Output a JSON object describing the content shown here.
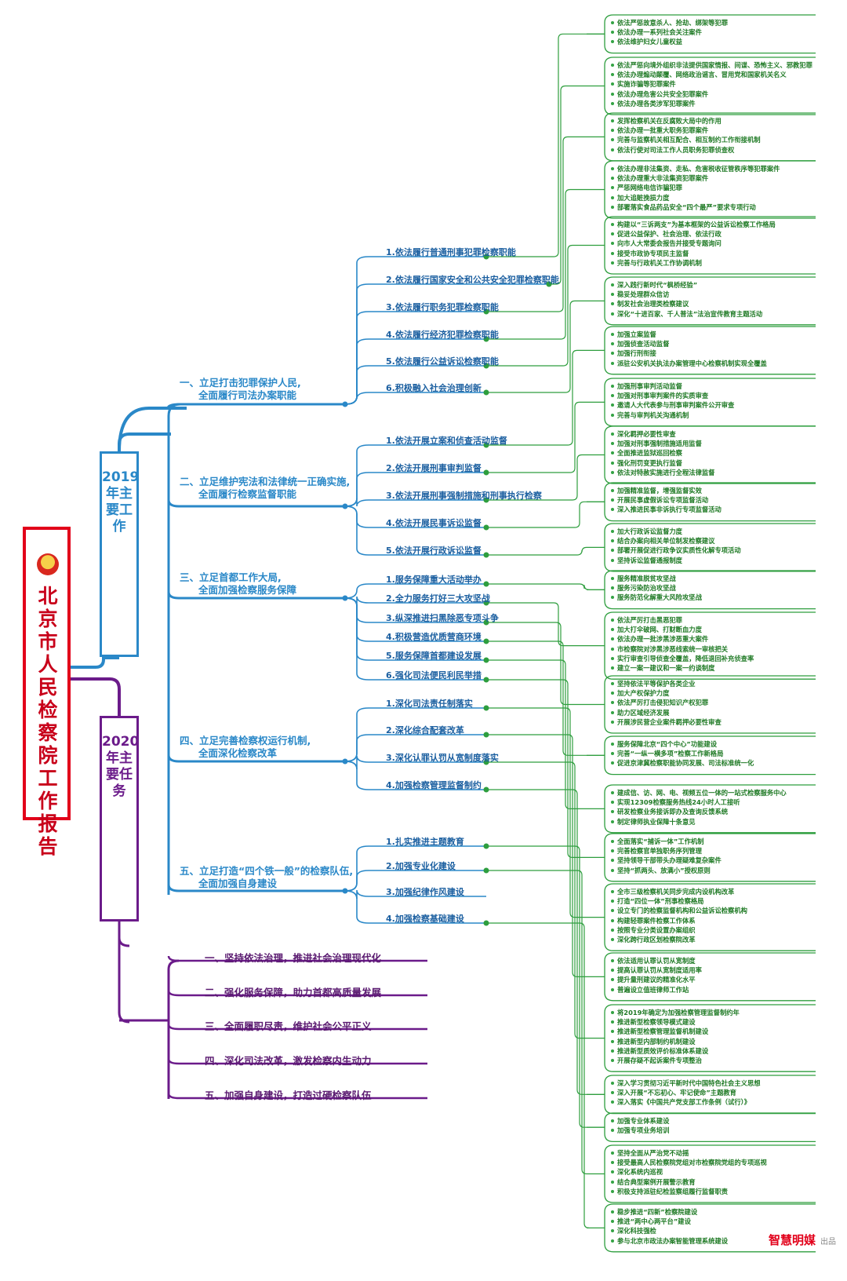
{
  "root": {
    "title": "北京市人民检察院工作报告"
  },
  "year_2019": {
    "label": "2019年主要工作",
    "sections": [
      {
        "line1": "一、立足打击犯罪保护人民,",
        "line2": "全面履行司法办案职能",
        "items": [
          "1.依法履行普通刑事犯罪检察职能",
          "2.依法履行国家安全和公共安全犯罪检察职能",
          "3.依法履行职务犯罪检察职能",
          "4.依法履行经济犯罪检察职能",
          "5.依法履行公益诉讼检察职能",
          "6.积极融入社会治理创新"
        ]
      },
      {
        "line1": "二、立足维护宪法和法律统一正确实施,",
        "line2": "全面履行检察监督职能",
        "items": [
          "1.依法开展立案和侦查活动监督",
          "2.依法开展刑事审判监督",
          "3.依法开展刑事强制措施和刑事执行检察",
          "4.依法开展民事诉讼监督",
          "5.依法开展行政诉讼监督"
        ]
      },
      {
        "line1": "三、立足首都工作大局,",
        "line2": "全面加强检察服务保障",
        "items": [
          "1.服务保障重大活动举办",
          "2.全力服务打好三大攻坚战",
          "3.纵深推进扫黑除恶专项斗争",
          "4.积极营造优质营商环境",
          "5.服务保障首都建设发展",
          "6.强化司法便民利民举措"
        ]
      },
      {
        "line1": "四、立足完善检察权运行机制,",
        "line2": "全面深化检察改革",
        "items": [
          "1.深化司法责任制落实",
          "2.深化综合配套改革",
          "3.深化认罪认罚从宽制度落实",
          "4.加强检察管理监督制约"
        ]
      },
      {
        "line1": "五、立足打造“四个铁一般”的检察队伍,",
        "line2": "全面加强自身建设",
        "items": [
          "1.扎实推进主题教育",
          "2.加强专业化建设",
          "3.加强纪律作风建设",
          "4.加强检察基础建设"
        ]
      }
    ]
  },
  "year_2020": {
    "label": "2020年主要任务",
    "tasks": [
      "一、坚持依法治理，推进社会治理现代化",
      "二、强化服务保障，助力首都高质量发展",
      "三、全面履职尽责，维护社会公平正义",
      "四、深化司法改革，激发检察内生动力",
      "五、加强自身建设，打造过硬检察队伍"
    ]
  },
  "details": [
    [
      "依法严惩故意杀人、抢劫、绑架等犯罪",
      "依法办理一系列社会关注案件",
      "依法维护妇女儿童权益"
    ],
    [
      "依法严惩向境外组织非法提供国家情报、间谍、恐怖主义、邪教犯罪",
      "依法办理煽动颠覆、网络政治谣言、冒用党和国家机关名义",
      "实施诈骗等犯罪案件",
      "依法办理危害公共安全犯罪案件",
      "依法办理各类涉军犯罪案件"
    ],
    [
      "发挥检察机关在反腐败大局中的作用",
      "依法办理一批重大职务犯罪案件",
      "完善与监察机关相互配合、相互制约工作衔接机制",
      "依法行使对司法工作人员职务犯罪侦查权"
    ],
    [
      "依法办理非法集资、走私、危害税收征管秩序等犯罪案件",
      "依法办理重大非法集资犯罪案件",
      "严惩网络电信诈骗犯罪",
      "加大追赃挽损力度",
      "部署落实食品药品安全“四个最严”要求专项行动"
    ],
    [
      "构建以“三诉两支”为基本框架的公益诉讼检察工作格局",
      "促进公益保护、社会治理、依法行政",
      "向市人大常委会报告并接受专题询问",
      "接受市政协专项民主监督",
      "完善与行政机关工作协调机制"
    ],
    [
      "深入践行新时代“枫桥经验”",
      "稳妥处理群众信访",
      "制发社会治理类检察建议",
      "深化“十进百家、千人普法”法治宣传教育主题活动"
    ],
    [
      "加强立案监督",
      "加强侦查活动监督",
      "加强行刑衔接",
      "派驻公安机关执法办案管理中心检察机制实现全覆盖"
    ],
    [
      "加强刑事审判活动监督",
      "加强对刑事审判案件的实质审查",
      "邀请人大代表参与刑事审判案件公开审查",
      "完善与审判机关沟通机制"
    ],
    [
      "深化羁押必要性审查",
      "加强对刑事强制措施适用监督",
      "全面推进监狱巡回检察",
      "强化刑罚变更执行监督",
      "依法对特赦实施进行全程法律监督"
    ],
    [
      "加强精准监督，增强监督实效",
      "开展民事虚假诉讼专项监督活动",
      "深入推进民事非诉执行专项监督活动"
    ],
    [
      "加大行政诉讼监督力度",
      "结合办案向相关单位制发检察建议",
      "部署开展促进行政争议实质性化解专项活动",
      "坚持诉讼监督通报制度"
    ],
    [
      "服务精准脱贫攻坚战",
      "服务污染防治攻坚战",
      "服务防范化解重大风险攻坚战"
    ],
    [
      "依法严厉打击黑恶犯罪",
      "加大打伞破网、打财断血力度",
      "依法办理一批涉黑涉恶重大案件",
      "市检察院对涉黑涉恶线索统一审核把关",
      "实行审查引导侦查全覆盖，降低退回补充侦查率",
      "建立一案一建议和一案一约谈制度"
    ],
    [
      "坚持依法平等保护各类企业",
      "加大产权保护力度",
      "依法严厉打击侵犯知识产权犯罪",
      "助力区域经济发展",
      "开展涉民营企业案件羁押必要性审查"
    ],
    [
      "服务保障北京“四个中心”功能建设",
      "完善“一纵一横多项”检察工作新格局",
      "促进京津冀检察职能协同发展、司法标准统一化"
    ],
    [
      "建成信、访、网、电、视频五位一体的一站式检察服务中心",
      "实现12309检察服务热线24小时人工接听",
      "研发检察业务接诉即办及查询反馈系统",
      "制定律师执业保障十条意见"
    ],
    [
      "全面落实“捕诉一体”工作机制",
      "完善检察官单独职务序列管理",
      "坚持领导干部带头办理疑难复杂案件",
      "坚持“抓两头、放满小”授权原则"
    ],
    [
      "全市三级检察机关同步完成内设机构改革",
      "打造“四位一体”刑事检察格局",
      "设立专门的检察监督机构和公益诉讼检察机构",
      "构建轻罪案件检察工作体系",
      "按照专业分类设置办案组织",
      "深化跨行政区划检察院改革"
    ],
    [
      "依法适用认罪认罚从宽制度",
      "提高认罪认罚从宽制度适用率",
      "提升量刑建议的精准化水平",
      "普遍设立值班律师工作站"
    ],
    [
      "将2019年确定为加强检察管理监督制约年",
      "推进新型检察领导模式建设",
      "推进新型检察管理监督机制建设",
      "推进新型内部制约机制建设",
      "推进新型质效评价标准体系建设",
      "开展存疑不起诉案件专项整治"
    ],
    [
      "深入学习贯彻习近平新时代中国特色社会主义思想",
      "深入开展“不忘初心、牢记使命”主题教育",
      "深入落实《中国共产党支部工作条例（试行）》"
    ],
    [
      "加强专业体系建设",
      "加强专项业务培训"
    ],
    [
      "坚持全面从严治党不动摇",
      "接受最高人民检察院党组对市检察院党组的专项巡视",
      "深化系统内巡视",
      "结合典型案例开展警示教育",
      "积极支持派驻纪检监察组履行监督职责"
    ],
    [
      "稳步推进“四新”检察院建设",
      "推进“两中心两平台”建设",
      "深化科技强检",
      "参与北京市政法办案智能管理系统建设"
    ]
  ],
  "footer": {
    "brand": "智慧明媒",
    "suffix": "出品"
  },
  "colors": {
    "root": "#e2001a",
    "year2019": "#2a88c8",
    "year2020": "#6b1b8a",
    "leaf": "#2e9e3e"
  }
}
